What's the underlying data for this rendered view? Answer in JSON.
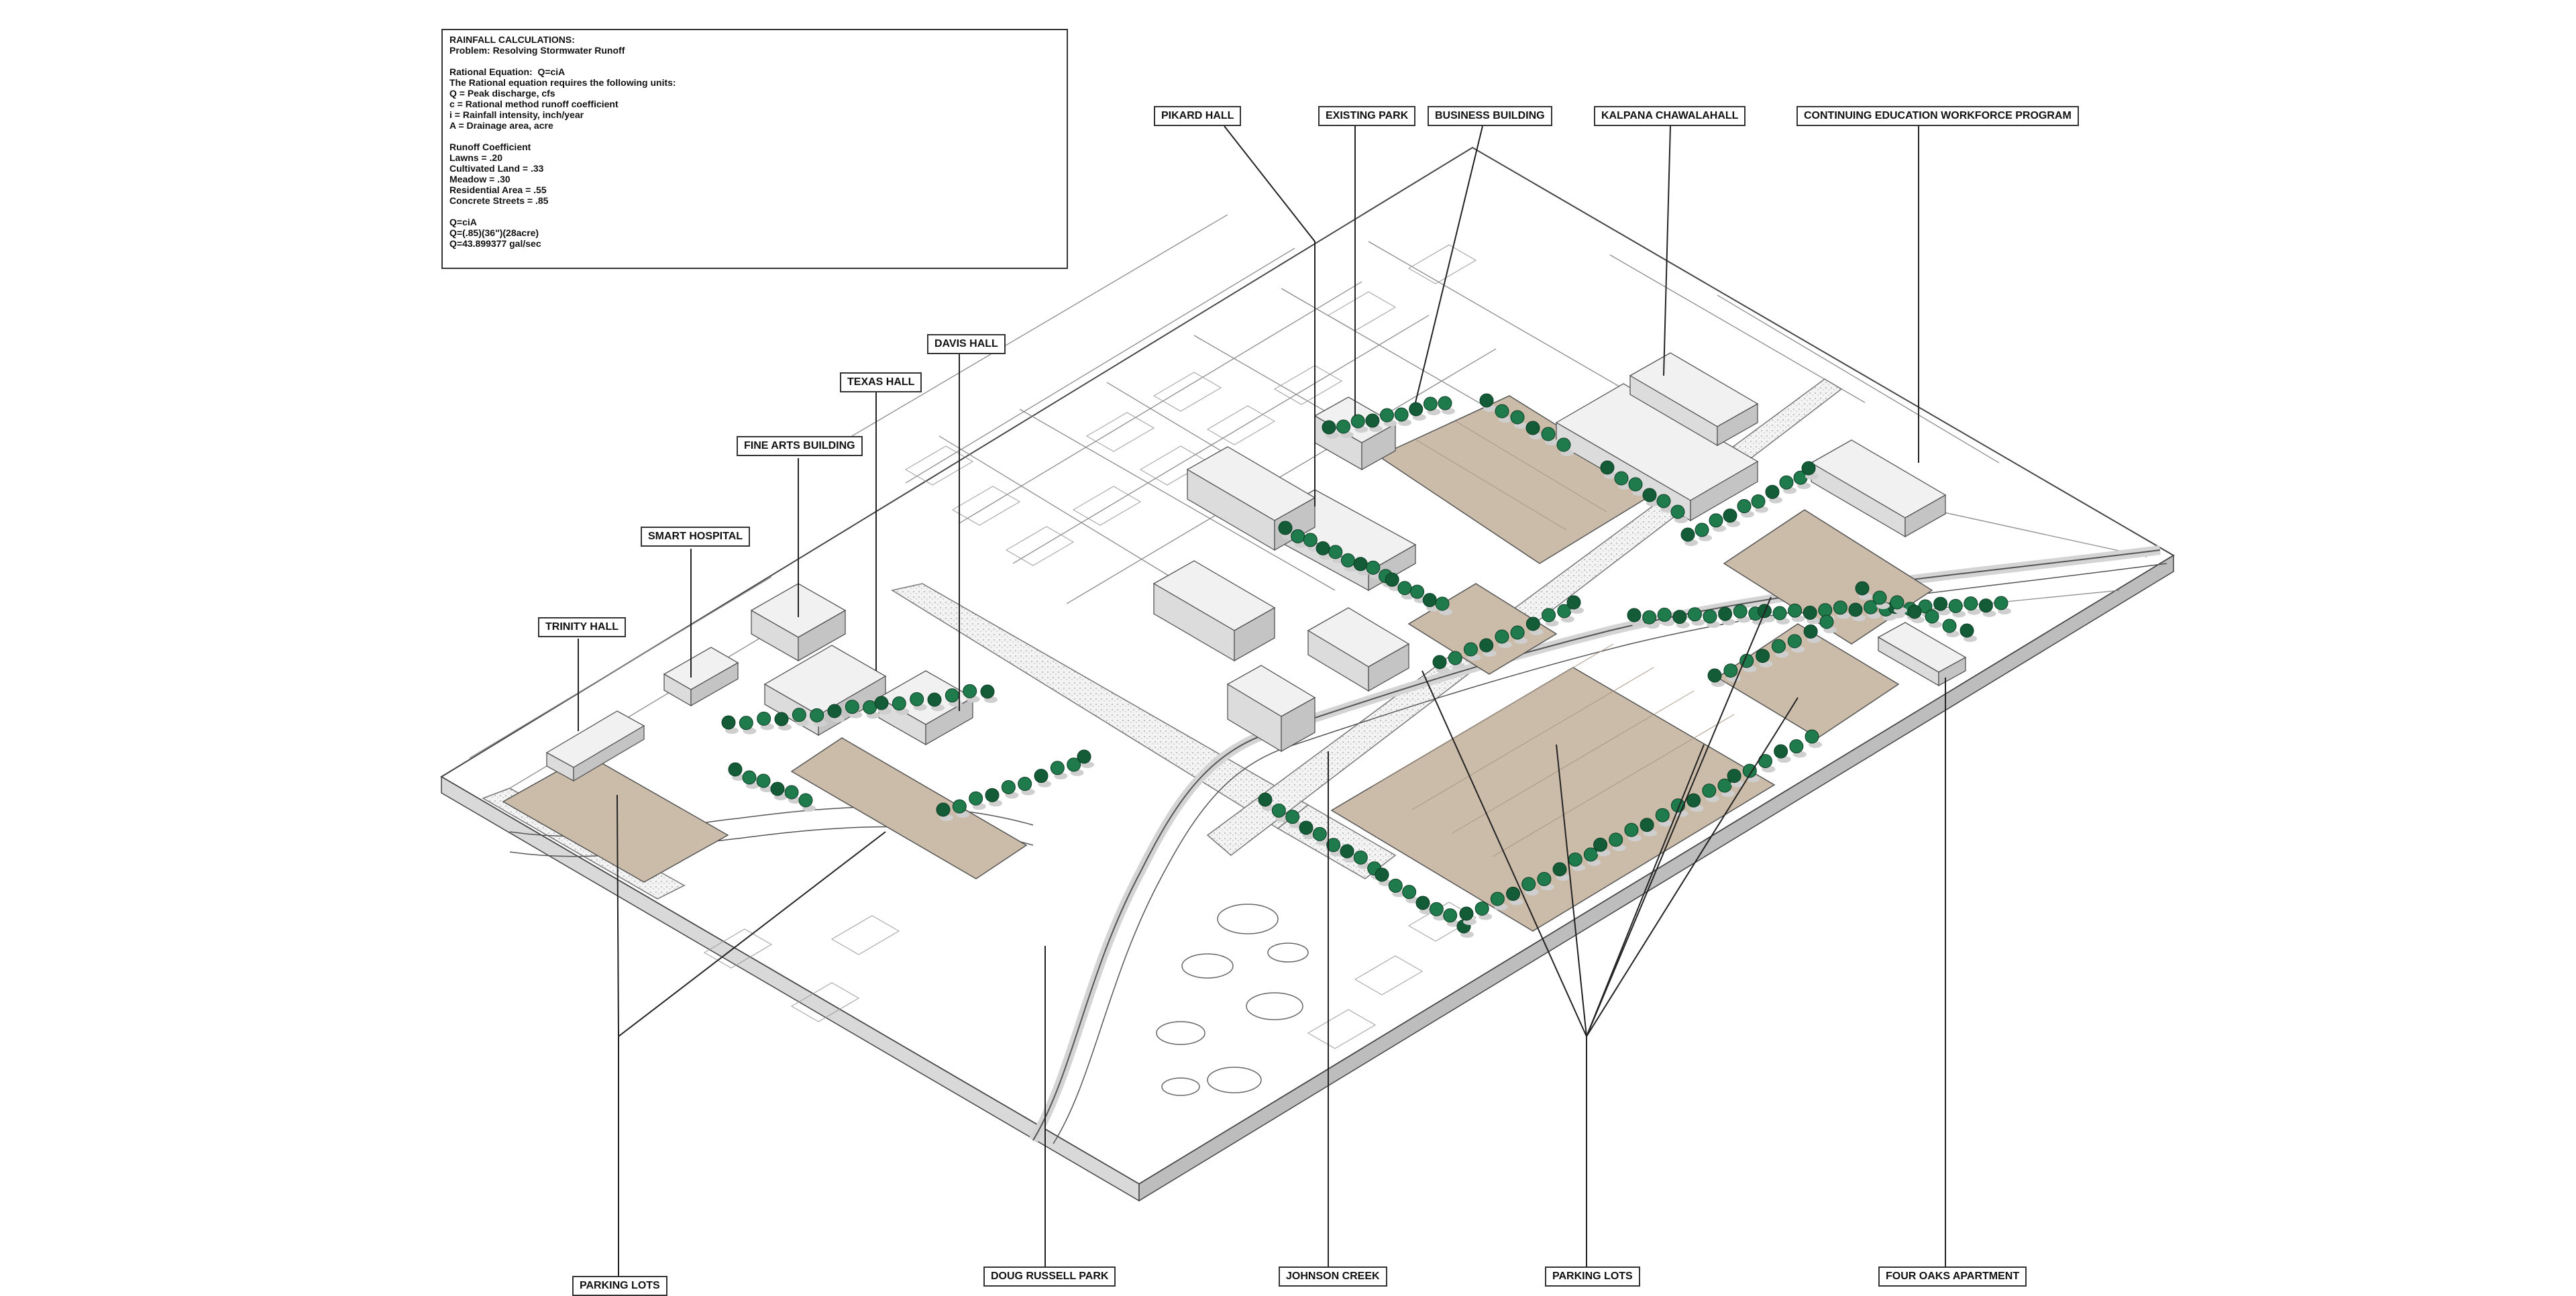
{
  "calculations": {
    "title": "RAINFALL CALCULATIONS:",
    "problem": "Problem: Resolving Stormwater Runoff",
    "equation": "Rational Equation:  Q=ciA",
    "units_intro": "The Rational equation requires the following units:",
    "units": [
      "Q = Peak discharge, cfs",
      "c = Rational method runoff coefficient",
      "i = Rainfall intensity, inch/year",
      "A = Drainage area, acre"
    ],
    "coeff_title": "Runoff Coefficient",
    "coefficients": [
      "Lawns = .20",
      "Cultivated Land = .33",
      "Meadow = .30",
      "Residential Area = .55",
      "Concrete Streets = .85"
    ],
    "result": [
      "Q=ciA",
      "Q=(.85)(36\")(28acre)",
      "Q=43.899377 gal/sec"
    ]
  },
  "labels": {
    "pikard_hall": "PIKARD HALL",
    "existing_park": "EXISTING PARK",
    "business_building": "BUSINESS BUILDING",
    "kalpana": "KALPANA CHAWALAHALL",
    "continuing_ed": "CONTINUING EDUCATION WORKFORCE PROGRAM",
    "davis_hall": "DAVIS HALL",
    "texas_hall": "TEXAS HALL",
    "fine_arts": "FINE ARTS BUILDING",
    "smart_hospital": "SMART HOSPITAL",
    "trinity_hall": "TRINITY HALL",
    "parking_lots_left": "PARKING LOTS",
    "doug_russell_park": "DOUG RUSSELL PARK",
    "johnson_creek": "JOHNSON CREEK",
    "parking_lots_right": "PARKING LOTS",
    "four_oaks": "FOUR OAKS APARTMENT"
  },
  "colors": {
    "parking": "#cbbba9",
    "tree": "#1f7a4c",
    "tree_dark": "#145c38",
    "building": "#f1f1f1",
    "road": "#efefef",
    "line": "#555555"
  }
}
